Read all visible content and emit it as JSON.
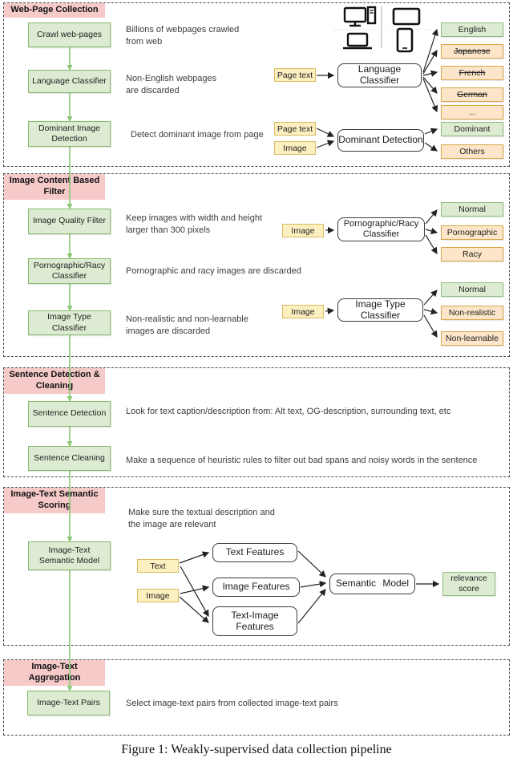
{
  "caption": "Figure 1: Weakly-supervised data collection pipeline",
  "colors": {
    "section_header_pink": "#f7caca",
    "step_green_fill": "#dcebd2",
    "step_green_border": "#87ba6b",
    "input_yellow_fill": "#fdf0c0",
    "input_yellow_border": "#dcba5e",
    "discard_orange_fill": "#fce5c8",
    "discard_orange_border": "#d8a648",
    "connector_green": "#8cc878"
  },
  "sections": [
    {
      "title": "Web-Page Collection",
      "steps": [
        {
          "label": "Crawl web-pages",
          "desc": "Billions of webpages crawled from web"
        },
        {
          "label": "Language Classifier",
          "desc": "Non-English webpages are discarded"
        },
        {
          "label": "Dominant Image Detection",
          "desc": "Detect dominant image from page"
        }
      ],
      "device_icons": [
        "desktop-computer",
        "monitor",
        "laptop",
        "smartphone"
      ],
      "lang_input": "Page text",
      "lang_model": "Language Classifier",
      "lang_outputs": [
        {
          "label": "English",
          "type": "keep",
          "struck": false
        },
        {
          "label": "Japanese",
          "type": "discard",
          "struck": true
        },
        {
          "label": "French",
          "type": "discard",
          "struck": true
        },
        {
          "label": "German",
          "type": "discard",
          "struck": true
        },
        {
          "label": "...",
          "type": "discard",
          "struck": false
        }
      ],
      "dom_inputs": [
        "Page text",
        "Image"
      ],
      "dom_model": "Dominant Detection",
      "dom_outputs": [
        {
          "label": "Dominant",
          "type": "keep"
        },
        {
          "label": "Others",
          "type": "discard"
        }
      ]
    },
    {
      "title": "Image Content Based Filter",
      "steps": [
        {
          "label": "Image Quality Filter",
          "desc": "Keep images with width and height larger than 300 pixels"
        },
        {
          "label": "Pornographic/Racy Classifier",
          "desc": "Pornographic and racy images are discarded"
        },
        {
          "label": "Image Type Classifier",
          "desc": "Non-realistic and non-learnable images are discarded"
        }
      ],
      "racy_input": "Image",
      "racy_model": "Pornographic/Racy Classifier",
      "racy_outputs": [
        {
          "label": "Normal",
          "type": "keep"
        },
        {
          "label": "Pornographic",
          "type": "discard"
        },
        {
          "label": "Racy",
          "type": "discard"
        }
      ],
      "type_input": "Image",
      "type_model": "Image Type Classifier",
      "type_outputs": [
        {
          "label": "Normal",
          "type": "keep"
        },
        {
          "label": "Non-realistic",
          "type": "discard"
        },
        {
          "label": "Non-learnable",
          "type": "discard"
        }
      ]
    },
    {
      "title": "Sentence Detection & Cleaning",
      "steps": [
        {
          "label": "Sentence Detection",
          "desc": "Look for text caption/description from: Alt text, OG-description, surrounding text, etc"
        },
        {
          "label": "Sentence Cleaning",
          "desc": "Make a sequence of heuristic rules to filter out bad spans and noisy words in the sentence"
        }
      ]
    },
    {
      "title": "Image-Text Semantic Scoring",
      "note": "Make sure the textual description and the image are relevant",
      "steps": [
        {
          "label": "Image-Text Semantic Model"
        }
      ],
      "inputs": [
        "Text",
        "Image"
      ],
      "features": [
        "Text Features",
        "Image Features",
        "Text-Image Features"
      ],
      "model": "Semantic Model",
      "output": "relevance score"
    },
    {
      "title": "Image-Text Aggregation",
      "steps": [
        {
          "label": "Image-Text Pairs",
          "desc": "Select image-text pairs from collected image-text pairs"
        }
      ]
    }
  ]
}
